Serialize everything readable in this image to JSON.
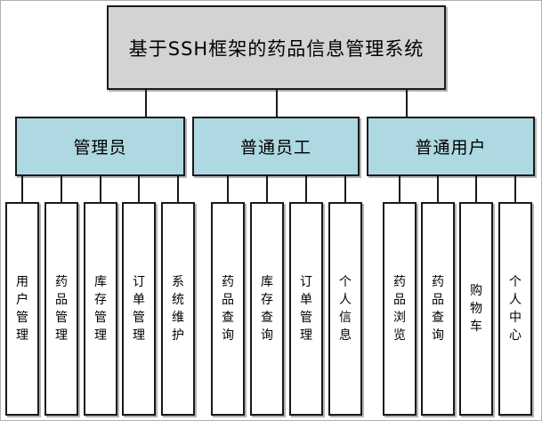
{
  "root": {
    "title": "基于SSH框架的药品信息管理系统"
  },
  "groups": [
    {
      "name": "管理员",
      "children": [
        "用户管理",
        "药品管理",
        "库存管理",
        "订单管理",
        "系统维护"
      ]
    },
    {
      "name": "普通员工",
      "children": [
        "药品查询",
        "库存查询",
        "订单管理",
        "个人信息"
      ]
    },
    {
      "name": "普通用户",
      "children": [
        "药品浏览",
        "药品查询",
        "购物车",
        "个人中心"
      ]
    }
  ],
  "colors": {
    "page_bg": "#ffffff",
    "frame": "#b0b0b0",
    "root_fill": "#d3d3d3",
    "group_fill": "#aed8e2",
    "leaf_fill": "#ffffff",
    "border": "#1a1a1a",
    "connector": "#1a1a1a",
    "shadow": "#b4b4b4"
  }
}
